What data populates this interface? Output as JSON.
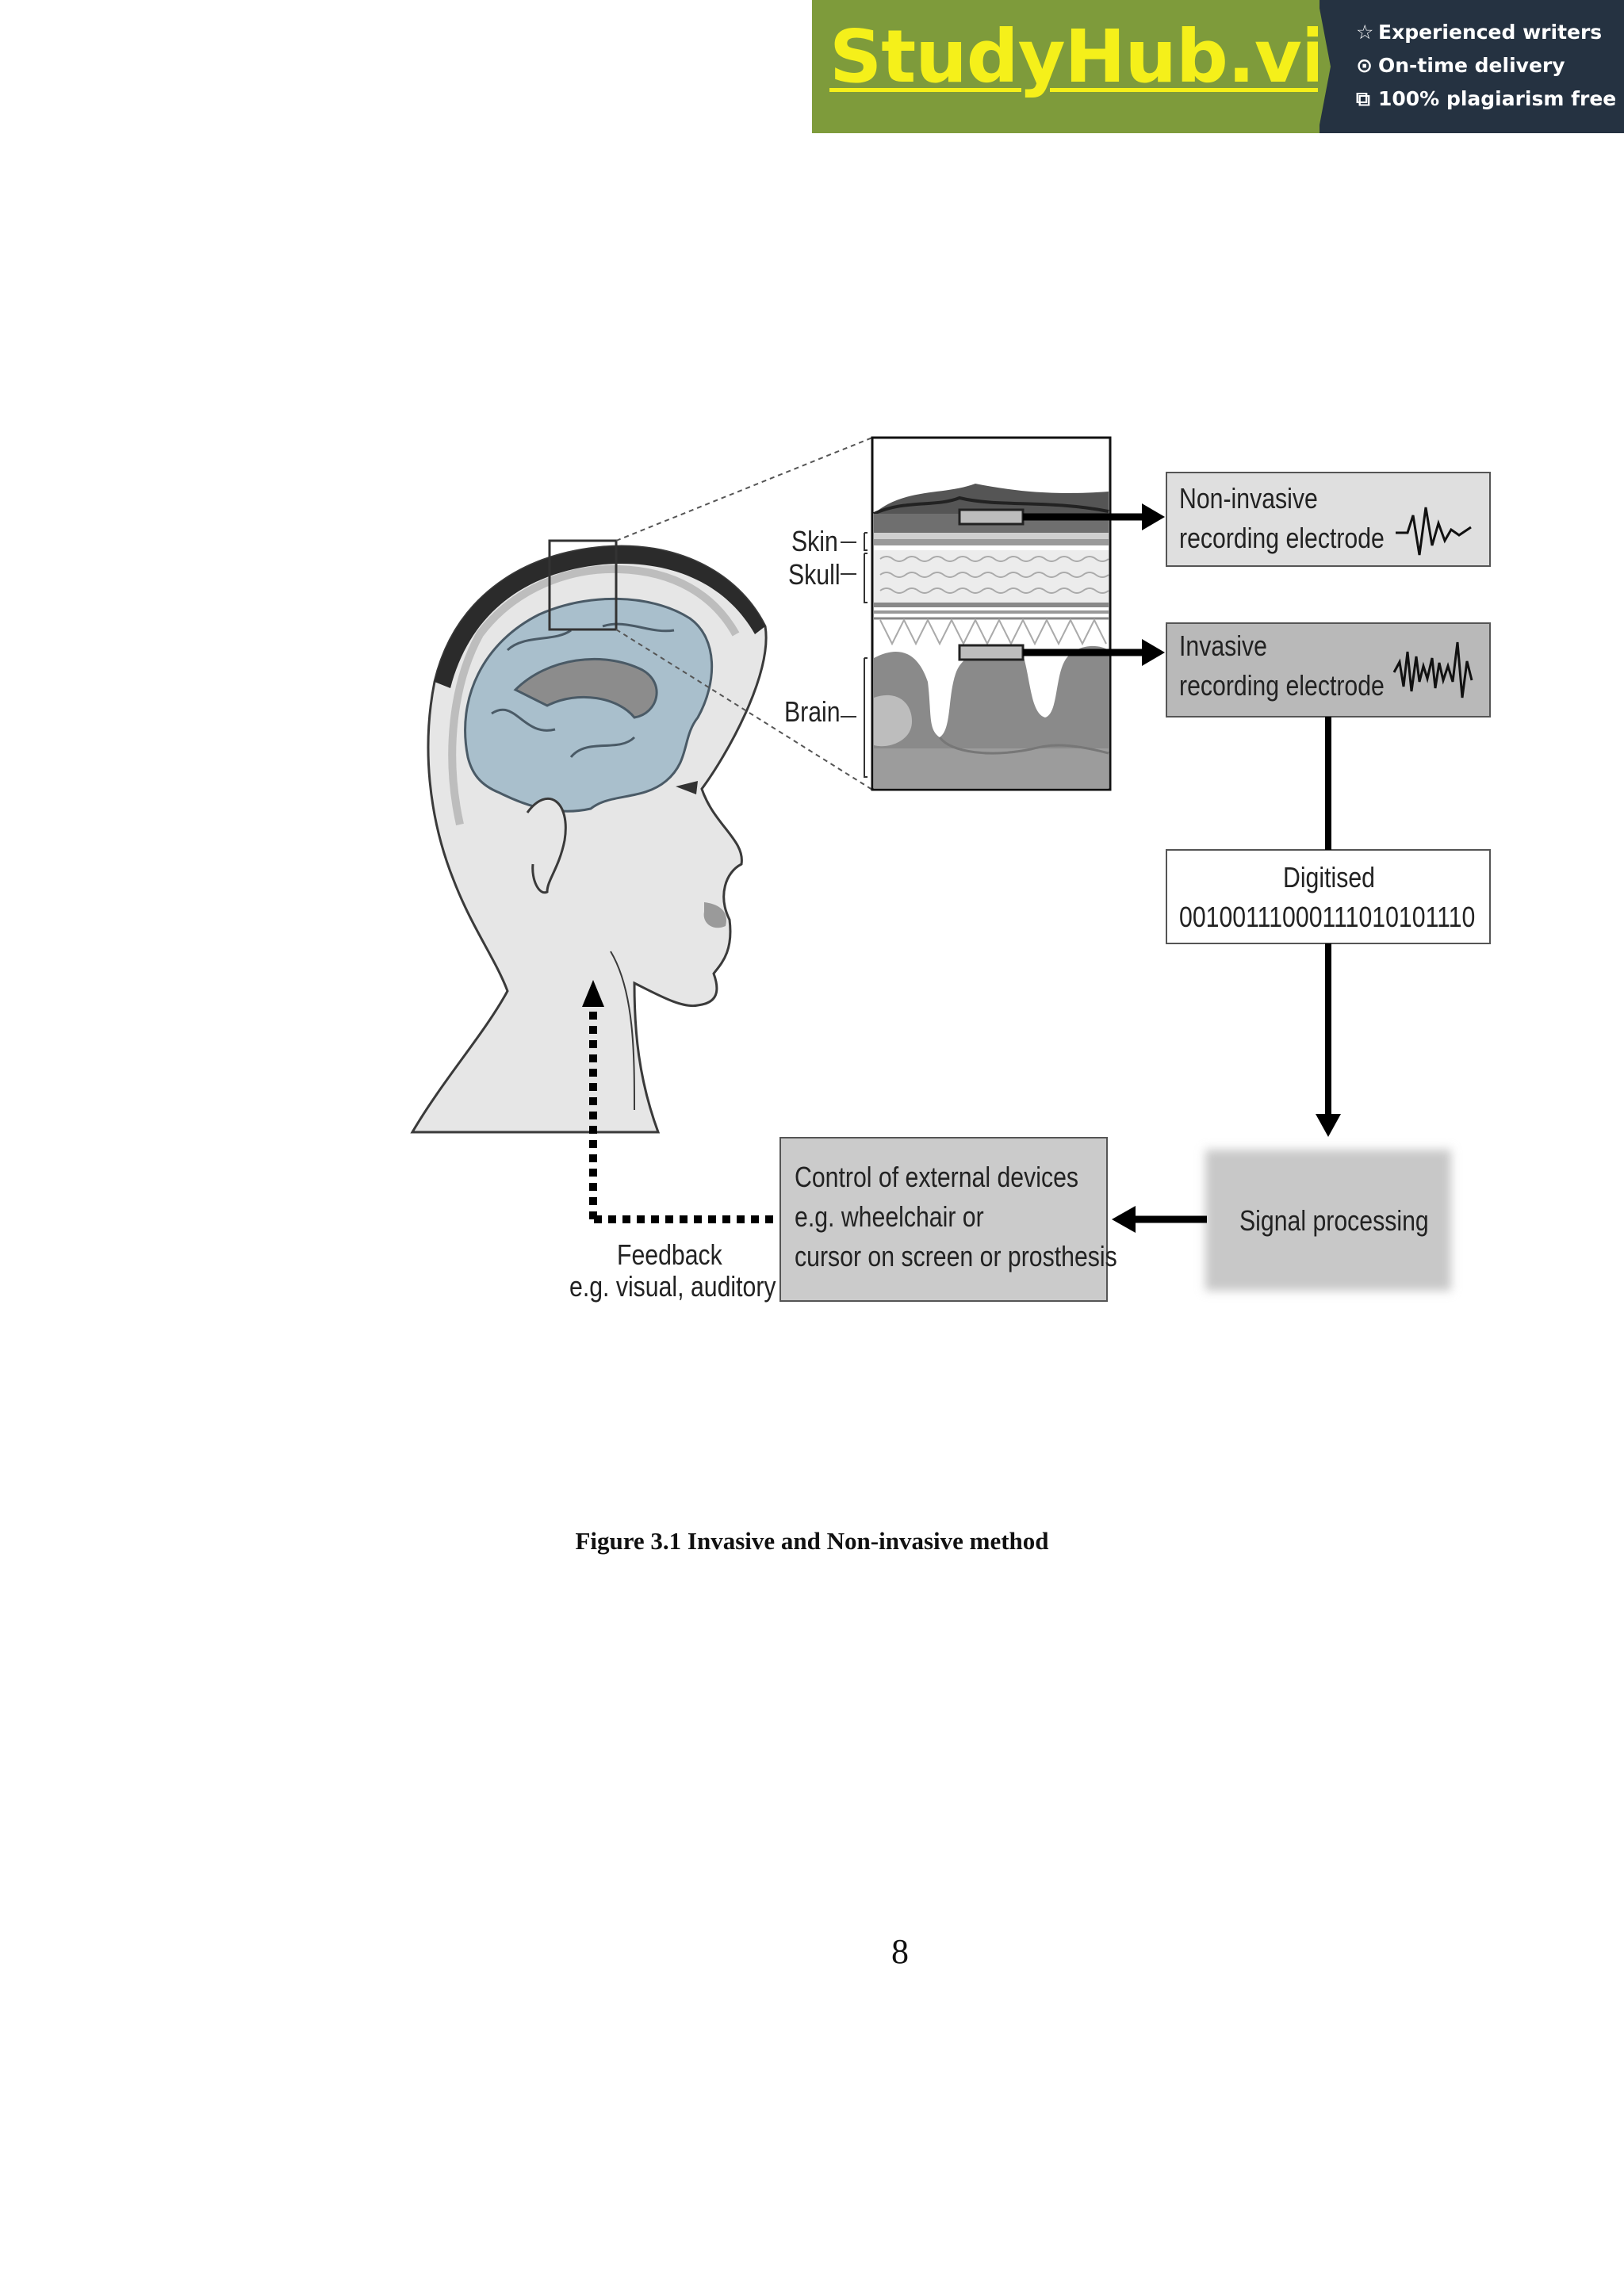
{
  "banner": {
    "logo": "StudyHub.vip",
    "taglines": [
      {
        "icon": "star-icon",
        "text": "Experienced writers"
      },
      {
        "icon": "clock-icon",
        "text": "On-time delivery"
      },
      {
        "icon": "copy-icon",
        "text": "100% plagiarism free"
      }
    ]
  },
  "diagram": {
    "layers": {
      "skin": "Skin",
      "skull": "Skull",
      "brain": "Brain"
    },
    "noninvasive": {
      "line1": "Non-invasive",
      "line2": "recording electrode"
    },
    "invasive": {
      "line1": "Invasive",
      "line2": "recording electrode"
    },
    "digitised": {
      "line1": "Digitised",
      "line2": "00100111000111010101110"
    },
    "signal_processing": "Signal processing",
    "control": {
      "line1": "Control of external devices",
      "line2": "e.g. wheelchair or",
      "line3": "cursor on screen or prosthesis"
    },
    "feedback": {
      "line1": "Feedback",
      "line2": "e.g. visual, auditory"
    }
  },
  "caption": "Figure 3.1 Invasive and Non-invasive method",
  "page_number": "8"
}
